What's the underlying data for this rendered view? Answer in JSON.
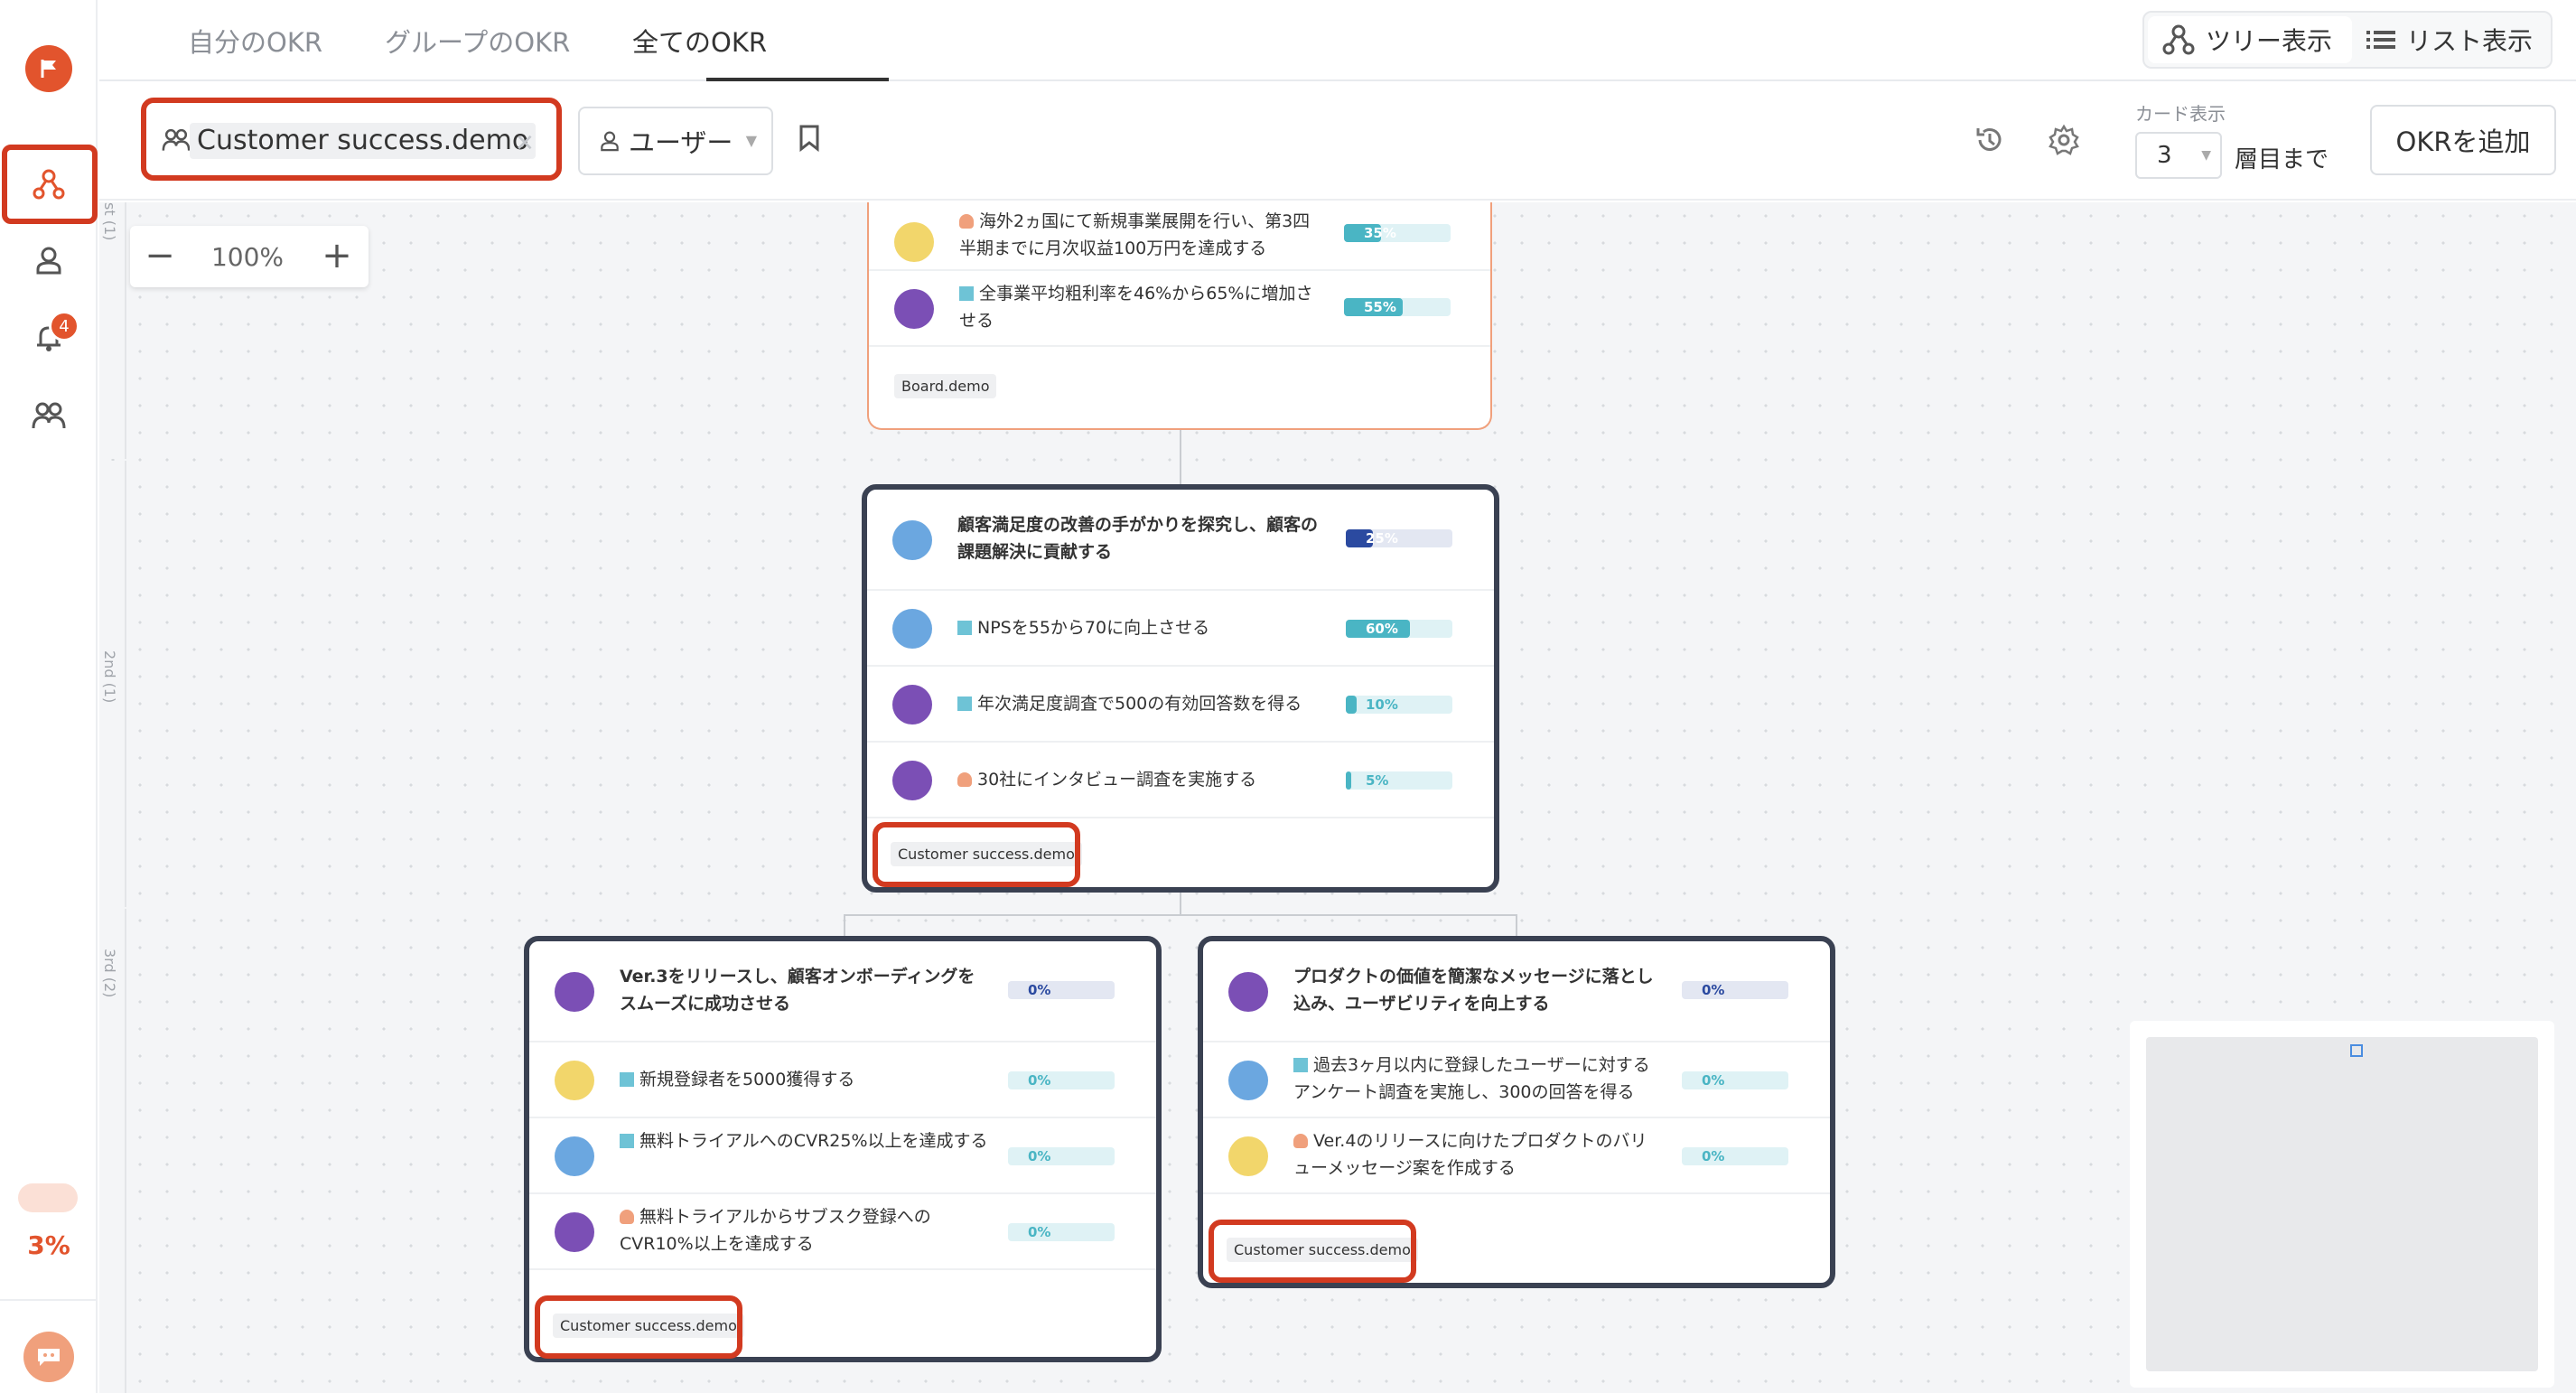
{
  "rail": {
    "notification_count": "4",
    "progress": "3%",
    "icons": [
      "flag-logo-icon",
      "tree-icon",
      "user-icon",
      "bell-icon",
      "group-icon",
      "chat-icon"
    ]
  },
  "tabs": {
    "my": "自分のOKR",
    "group": "グループのOKR",
    "all": "全てのOKR",
    "tree_view": "ツリー表示",
    "list_view": "リスト表示"
  },
  "filter": {
    "group_chip": "Customer success.demo",
    "user_select": "ユーザー",
    "card_label": "カード表示",
    "depth_value": "3",
    "depth_suffix": "層目まで",
    "add_button": "OKRを追加"
  },
  "canvas": {
    "zoom": "100%",
    "levels": [
      "st (1)",
      "2nd (1)",
      "3rd (2)"
    ]
  },
  "colors": {
    "accent": "#e2542d",
    "highlight": "#d23a20",
    "card_border": "#3a4152",
    "teal": "#4ab5c4",
    "navy": "#2b4aa0"
  },
  "cards": {
    "board": {
      "rows": [
        {
          "text": "海外2ヵ国にて新規事業展開を行い、第3四半期までに月次収益100万円を達成する",
          "progress": "35%",
          "value": 35
        },
        {
          "text": "全事業平均粗利率を46%から65%に増加させる",
          "progress": "55%",
          "value": 55
        }
      ],
      "tag": "Board.demo"
    },
    "cs": {
      "objective": {
        "text": "顧客満足度の改善の手がかりを探究し、顧客の課題解決に貢献する",
        "progress": "25%",
        "value": 25
      },
      "rows": [
        {
          "text": "NPSを55から70に向上させる",
          "progress": "60%",
          "value": 60
        },
        {
          "text": "年次満足度調査で500の有効回答数を得る",
          "progress": "10%",
          "value": 10
        },
        {
          "text": "30社にインタビュー調査を実施する",
          "progress": "5%",
          "value": 5
        }
      ],
      "tag": "Customer success.demo"
    },
    "v3": {
      "objective": {
        "text": "Ver.3をリリースし、顧客オンボーディングをスムーズに成功させる",
        "progress": "0%",
        "value": 0
      },
      "rows": [
        {
          "text": "新規登録者を5000獲得する",
          "progress": "0%",
          "value": 0
        },
        {
          "text": "無料トライアルへのCVR25%以上を達成する",
          "progress": "0%",
          "value": 0
        },
        {
          "text": "無料トライアルからサブスク登録へのCVR10%以上を達成する",
          "progress": "0%",
          "value": 0
        }
      ],
      "tag": "Customer success.demo"
    },
    "product": {
      "objective": {
        "text": "プロダクトの価値を簡潔なメッセージに落とし込み、ユーザビリティを向上する",
        "progress": "0%",
        "value": 0
      },
      "rows": [
        {
          "text": "過去3ヶ月以内に登録したユーザーに対するアンケート調査を実施し、300の回答を得る",
          "progress": "0%",
          "value": 0
        },
        {
          "text": "Ver.4のリリースに向けたプロダクトのバリューメッセージ案を作成する",
          "progress": "0%",
          "value": 0
        }
      ],
      "tag": "Customer success.demo"
    }
  }
}
